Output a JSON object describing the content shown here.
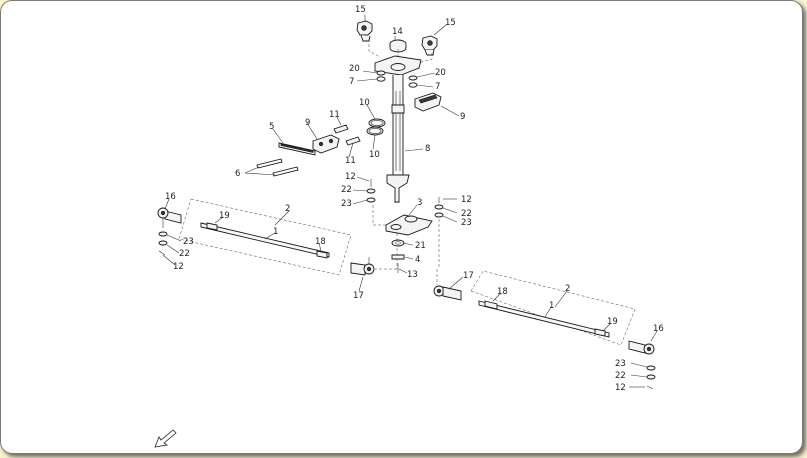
{
  "diagram": {
    "labels": {
      "steering_column": "8",
      "column_tube": "8",
      "cap": "14",
      "bracket_left": "15",
      "bracket_right": "15",
      "washer_20_left": "20",
      "washer_20_right": "20",
      "nut_7_left": "7",
      "nut_7_right": "7",
      "clamp_9": "9",
      "clamp_9_left": "9",
      "oring_10_top": "10",
      "oring_10_bottom": "10",
      "bushing_11_top": "11",
      "bushing_11_bottom": "11",
      "plate_5": "5",
      "bolt_6": "6",
      "pitman_arm": "3",
      "bolt_12_center": "12",
      "nut_22_center": "22",
      "washer_23_center": "23",
      "washer_21": "21",
      "nut_4": "4",
      "pin_13": "13",
      "bolt_12_right": "12",
      "nut_22_right": "22",
      "washer_23_right": "23",
      "tierod_assembly_left": "2",
      "tierod_left": "1",
      "jam_nut_19_left": "19",
      "jam_nut_18_left": "18",
      "end_16_left": "16",
      "washer_23_left": "23",
      "nut_22_left": "22",
      "bolt_12_left": "12",
      "end_17_left": "17",
      "end_17_right": "17",
      "tierod_assembly_right": "2",
      "tierod_right": "1",
      "jam_nut_18_right": "18",
      "jam_nut_19_right": "19",
      "end_16_right": "16",
      "washer_23_bottom": "23",
      "nut_22_bottom": "22",
      "bolt_12_bottom": "12"
    }
  }
}
